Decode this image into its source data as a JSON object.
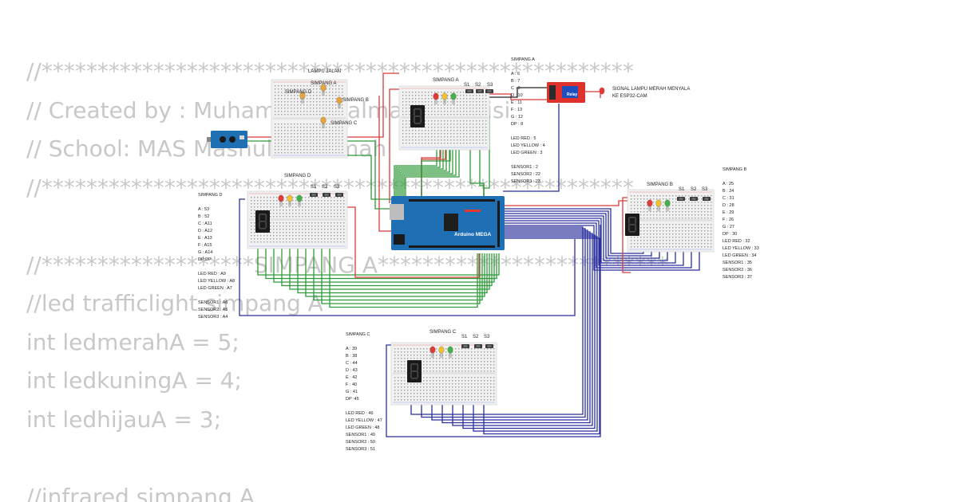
{
  "code_lines": [
    "//*****************************************************",
    "// Created by : Muhammad Salman Al Farisi",
    "// School: MAS Mashul Khotimah",
    "//*****************************************************",
    "",
    "//*******************SIMPANG A**************************",
    "//led trafficlight simpang A",
    "int ledmerahA = 5;",
    "int ledkuningA = 4;",
    "int ledhijauA = 3;",
    "",
    "//infrared simpang A"
  ],
  "street": {
    "title": "LAMPU JALAN",
    "a": "SIMPANG A",
    "b": "SIMPANG B",
    "c": "SIMPANG C",
    "d": "SIMPANG D"
  },
  "relay": {
    "label": "Relay",
    "note1": "SIGNAL LAMPU MERAH MENYALA",
    "note2": "KE ESP32-CAM"
  },
  "mega": {
    "label": "Arduino MEGA"
  },
  "switch_labels": [
    "S1",
    "S2",
    "S3"
  ],
  "boards": {
    "a": "SIMPANG A",
    "b": "SIMPANG B",
    "c": "SIMPANG C",
    "d": "SIMPANG D"
  },
  "pinmaps": {
    "a": {
      "title": "SIMPANG A",
      "seg": [
        "A : 6",
        "B : 7",
        "C : 9",
        "D : 10",
        "E : 11",
        "F : 13",
        "G : 12",
        "DP : 8"
      ],
      "leds": [
        "LED RED : 5",
        "LED YELLOW : 4",
        "LED GREEN : 3"
      ],
      "sensors": [
        "SENSOR1 : 2",
        "SENSOR2 : 22",
        "SENSOR3 : 23"
      ]
    },
    "b": {
      "title": "SIMPANG B",
      "seg": [
        "A : 25",
        "B : 24",
        "C : 31",
        "D : 28",
        "E : 29",
        "F : 26",
        "G : 27",
        "DP : 30"
      ],
      "leds": [
        "LED RED : 32",
        "LED YELLOW : 33",
        "LED GREEN : 34"
      ],
      "sensors": [
        "SENSOR1 : 35",
        "SENSOR2 : 36",
        "SENSOR3 : 37"
      ]
    },
    "c": {
      "title": "SIMPANG C",
      "seg": [
        "A : 39",
        "B : 38",
        "C : 44",
        "D : 43",
        "E : 42",
        "F : 40",
        "G : 41",
        "DP :45"
      ],
      "leds": [
        "LED RED : 46",
        "LED YELLOW : 47",
        "LED GREEN : 48"
      ],
      "sensors": [
        "SENSOR1 : 49",
        "SENSOR2 : 50",
        "SENSOR3 : 51"
      ]
    },
    "d": {
      "title": "SIMPANG D",
      "seg": [
        "A : 53",
        "B : 52",
        "C : A11",
        "D : A12",
        "E : A13",
        "F : A15",
        "G : A14",
        "DP:DP"
      ],
      "leds": [
        "LED RED : A9",
        "LED YELLOW : A8",
        "LED GREEN : A7"
      ],
      "sensors": [
        "SENSOR1 : A6",
        "SENSOR2 : A5",
        "SENSOR3 : A4"
      ]
    }
  },
  "colors": {
    "code_text": "#c8c8c8",
    "wire_red": "#d63b3b",
    "wire_green": "#2f9a3a",
    "wire_blue": "#2a2f9e",
    "board_blue": "#1f6fb5",
    "relay_red": "#e0312b",
    "breadboard": "#f1f1f1"
  }
}
